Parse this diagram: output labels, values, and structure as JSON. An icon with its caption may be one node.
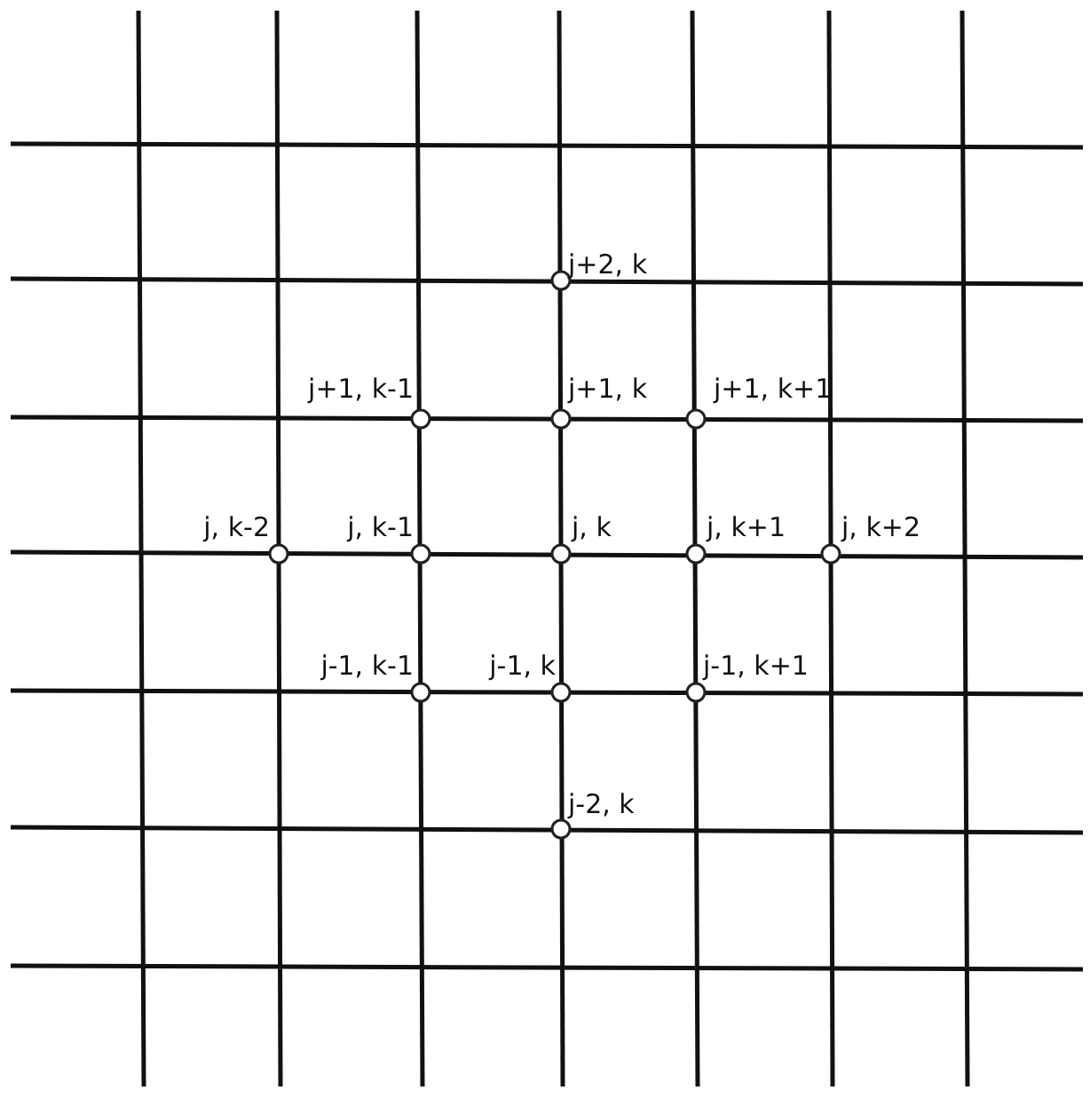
{
  "diagram": {
    "labels": [
      "j+2, k",
      "j+1, k-1",
      "j+1, k",
      "j+1, k+1",
      "j, k-2",
      "j, k-1",
      "j, k",
      "j, k+1",
      "j, k+2",
      "j-1, k-1",
      "j-1, k",
      "j-1, k+1",
      "j-2, k"
    ]
  }
}
